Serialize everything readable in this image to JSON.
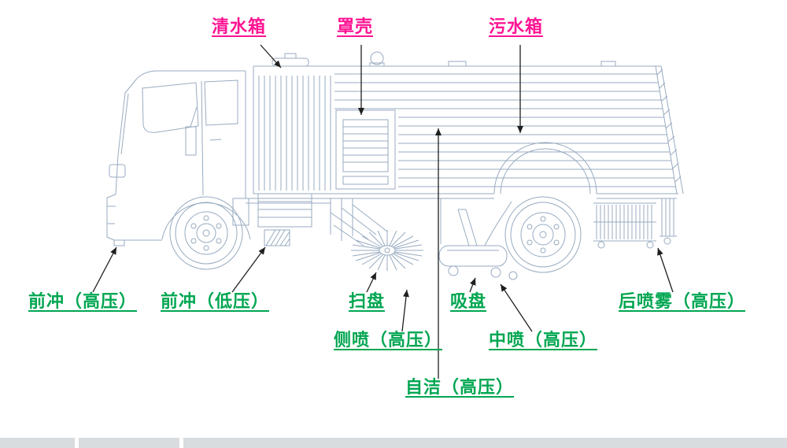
{
  "page": {
    "background_color": "#ffffff",
    "bottom_strip_color": "#d8dcdf"
  },
  "diagram": {
    "subject": "road-sweeper-truck-technical-line-drawing",
    "line_color": "#98abc0",
    "arrow_color": "#1f1f1f",
    "top_label_color": "#ff1493",
    "bottom_label_color": "#00a651",
    "top_labels": [
      {
        "id": "clean-water-tank",
        "text": "清水箱"
      },
      {
        "id": "cover-shell",
        "text": "罩壳"
      },
      {
        "id": "sewage-tank",
        "text": "污水箱"
      }
    ],
    "bottom_labels": [
      {
        "id": "front-flush-high",
        "text": "前冲（高压）"
      },
      {
        "id": "front-flush-low",
        "text": "前冲（低压）"
      },
      {
        "id": "sweep-disc",
        "text": "扫盘"
      },
      {
        "id": "suction-plate",
        "text": "吸盘"
      },
      {
        "id": "rear-spray-high",
        "text": "后喷雾（高压）"
      },
      {
        "id": "side-spray-high",
        "text": "侧喷（高压）"
      },
      {
        "id": "mid-spray-high",
        "text": "中喷（高压）"
      },
      {
        "id": "self-clean-high",
        "text": "自洁（高压）"
      }
    ]
  }
}
